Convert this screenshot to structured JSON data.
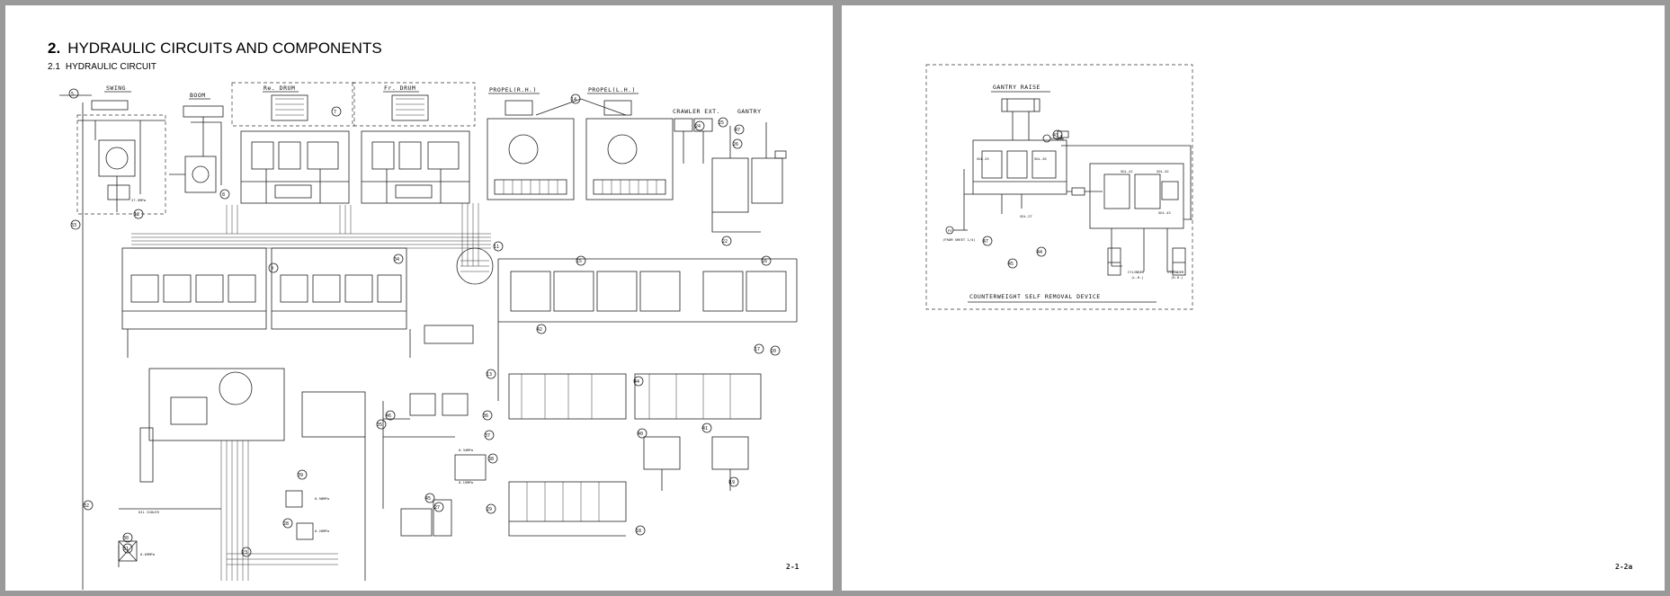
{
  "left_page": {
    "heading_number": "2.",
    "heading": "HYDRAULIC CIRCUITS AND COMPONENTS",
    "subheading_number": "2.1",
    "subheading": "HYDRAULIC CIRCUIT",
    "page_number": "2-1",
    "labels": {
      "swing": "SWING",
      "boom": "BOOM",
      "re_drum": "Re. DRUM",
      "fr_drum": "Fr. DRUM",
      "propel_rh": "PROPEL(R.H.)",
      "propel_lh": "PROPEL(L.H.)",
      "crawler_ext": "CRAWLER EXT.",
      "gantry": "GANTRY",
      "oil_cooler": "OIL COOLER",
      "pressure_1": "0.69MPa",
      "pressure_2": "0.98MPa",
      "pressure_3": "0.20MPa",
      "pressure_4": "0.34MPa",
      "pressure_5": "0.15MPa",
      "pressure_6": "27.5MPa"
    },
    "balloons": [
      "5",
      "7",
      "8",
      "9",
      "11",
      "12",
      "13",
      "14",
      "15",
      "16",
      "17",
      "18",
      "19",
      "20",
      "22",
      "23",
      "24",
      "25",
      "26",
      "27",
      "28",
      "29",
      "30",
      "31",
      "32",
      "33",
      "34",
      "35",
      "36",
      "37",
      "38",
      "39",
      "40",
      "41",
      "42",
      "44",
      "45",
      "46",
      "47"
    ]
  },
  "right_page": {
    "page_number": "2-2a",
    "labels": {
      "gantry_raise": "GANTRY RAISE",
      "from_sheet": "(FROM SHEET 1/4)",
      "p3": "P3",
      "cylinder_lh": "CYLINDER",
      "cylinder_lh_side": "(L.H.)",
      "cylinder_rh": "CYLINDER",
      "cylinder_rh_side": "(R.H.)",
      "device": "COUNTERWEIGHT SELF REMOVAL DEVICE",
      "sol_1": "SOL-25",
      "sol_2": "SOL-26",
      "sol_3": "SOL-27",
      "sol_4": "SOL-41",
      "sol_5": "SOL-42",
      "sol_6": "SOL-43"
    },
    "balloons": [
      "43",
      "44",
      "45",
      "47"
    ]
  }
}
